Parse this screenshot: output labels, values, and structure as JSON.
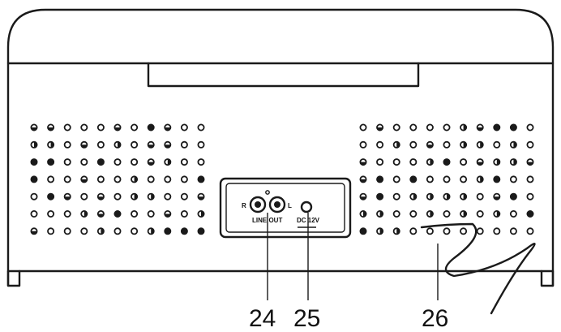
{
  "diagram": {
    "jack_labels": {
      "right": "R",
      "left": "L",
      "line_out": "LINE OUT",
      "dc": "DC 12V"
    },
    "callouts": [
      {
        "label": "24"
      },
      {
        "label": "25"
      },
      {
        "label": "26"
      }
    ]
  }
}
